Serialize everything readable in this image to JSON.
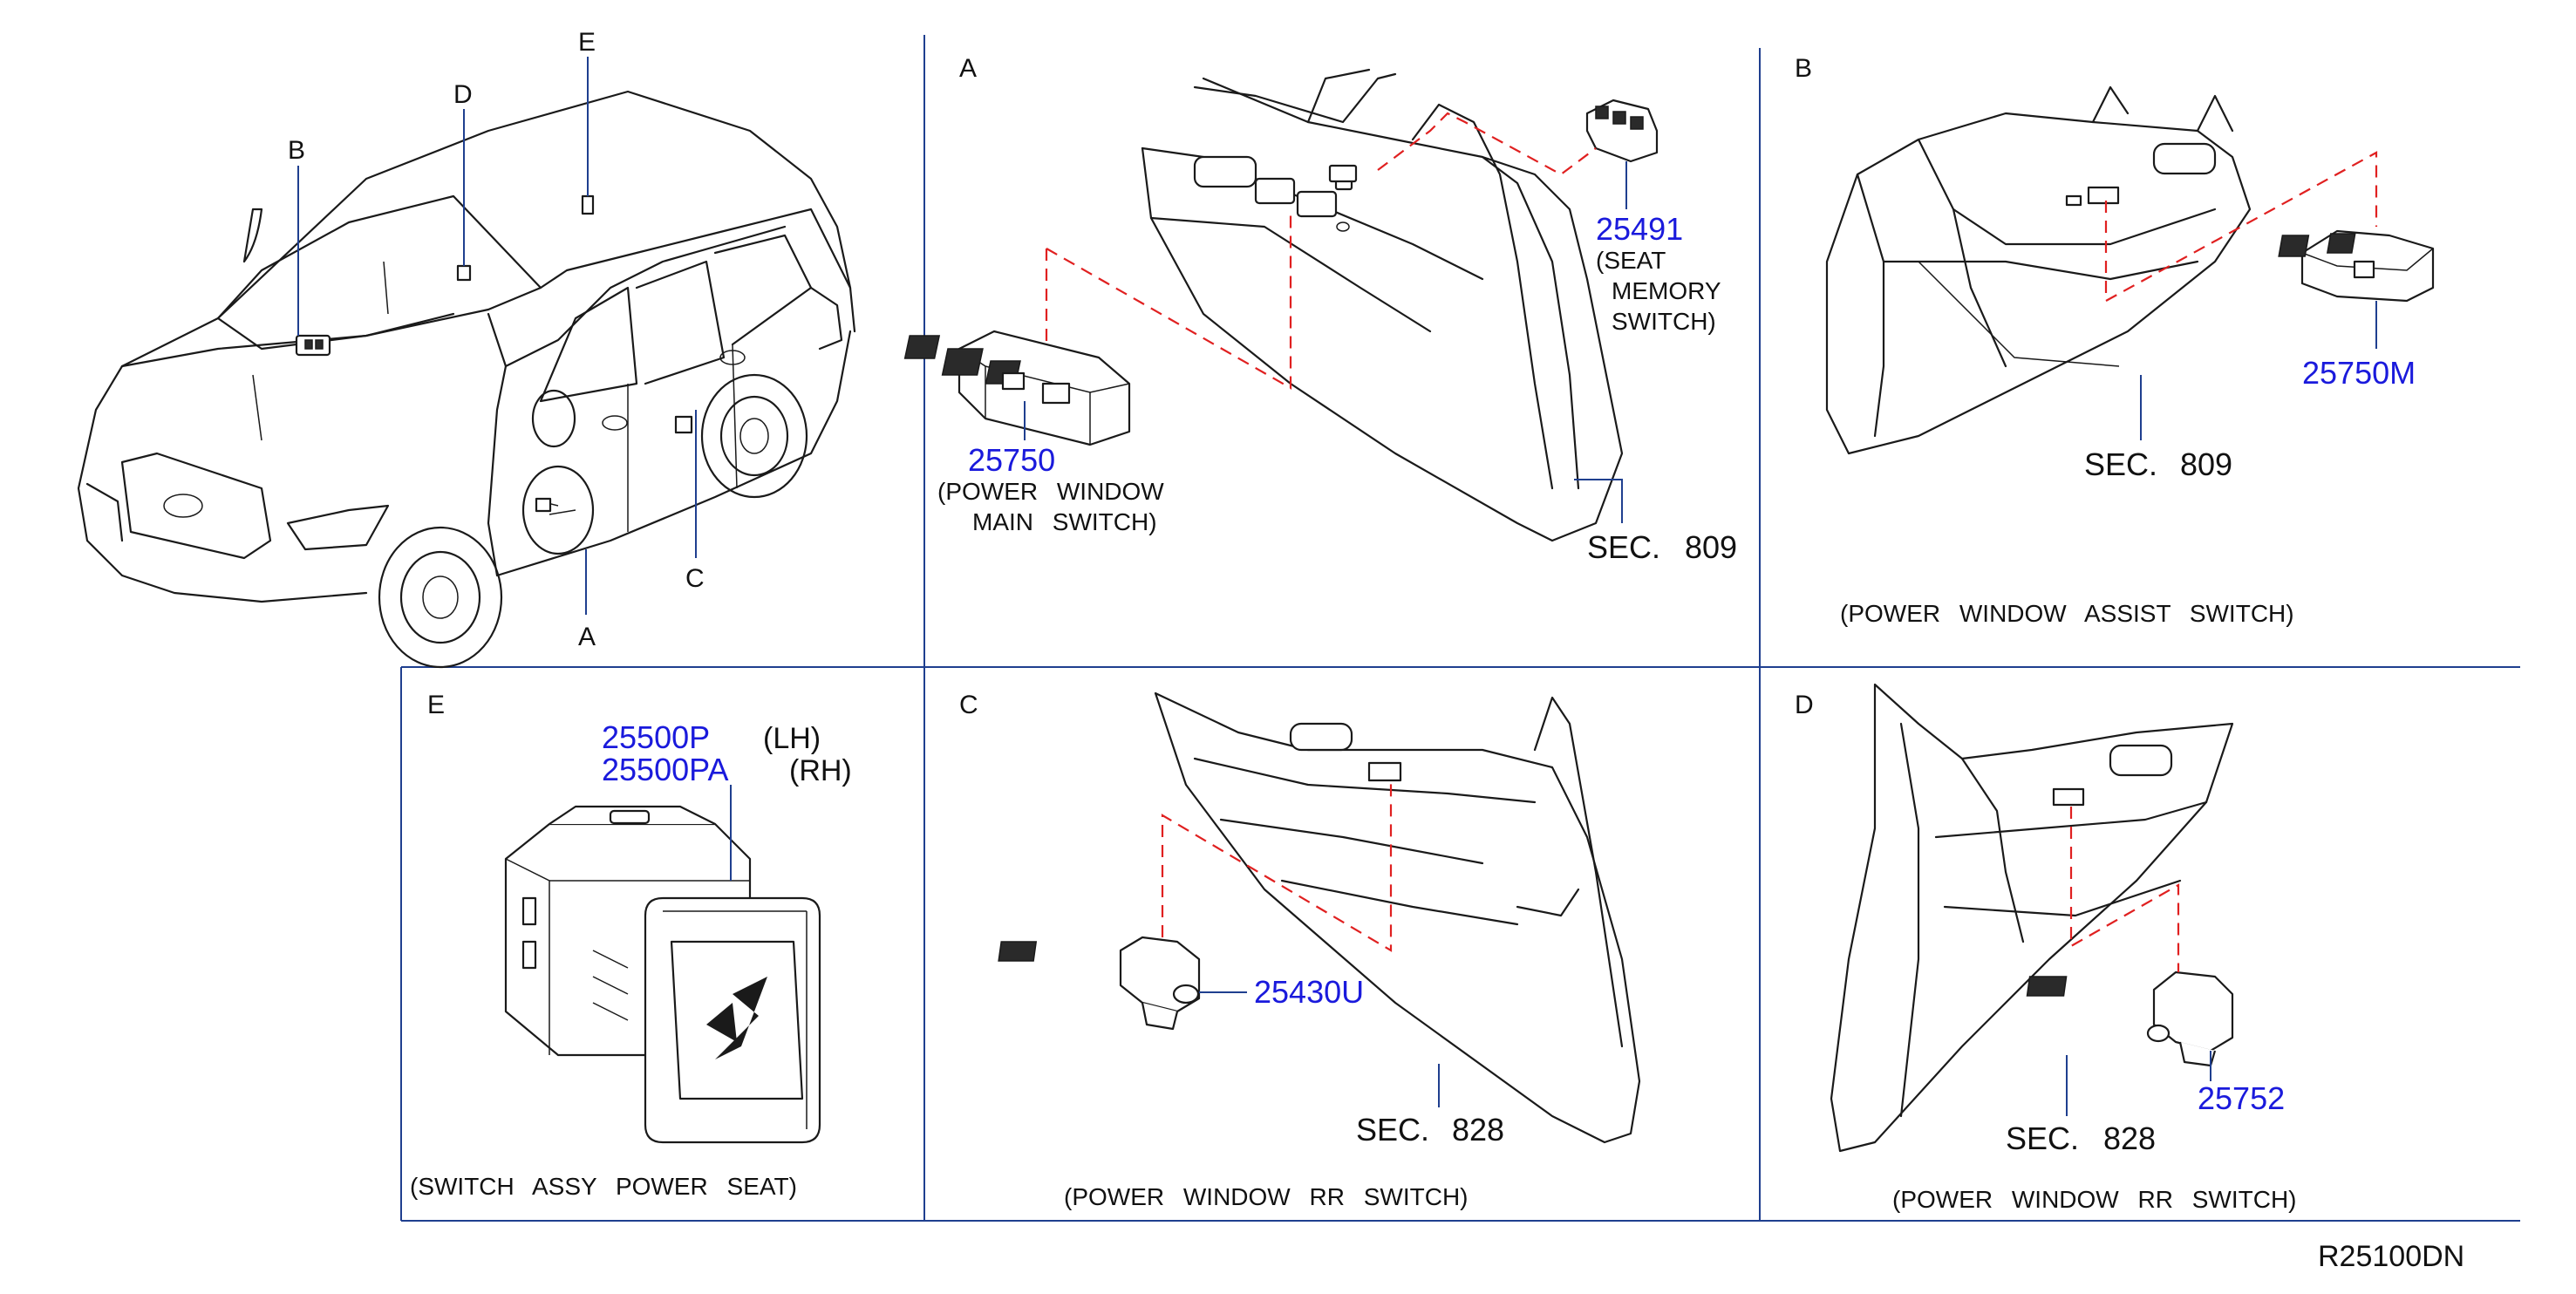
{
  "colors": {
    "part_number": "#1a1adc",
    "section_ref": "#8a2be2",
    "frame": "#1f3f8f",
    "dashed_line": "#e02020",
    "leader": "#1f3f8f"
  },
  "overview": {
    "callouts": {
      "a": "A",
      "b": "B",
      "c": "C",
      "d": "D",
      "e": "E"
    }
  },
  "panels": {
    "a": {
      "letter": "A",
      "main_switch": {
        "part_number": "25750",
        "caption_line1": "(POWER  WINDOW",
        "caption_line2": "MAIN  SWITCH)"
      },
      "memory_switch": {
        "part_number": "25491",
        "caption_line1": "(SEAT",
        "caption_line2": "MEMORY",
        "caption_line3": "SWITCH)"
      },
      "sec_label": "SEC.",
      "sec_number": "809"
    },
    "b": {
      "letter": "B",
      "part_number": "25750M",
      "sec_label": "SEC.",
      "sec_number": "809",
      "caption": "(POWER  WINDOW  ASSIST  SWITCH)"
    },
    "e": {
      "letter": "E",
      "part_number_lh": "25500P",
      "side_lh": "(LH)",
      "part_number_rh": "25500PA",
      "side_rh": "(RH)",
      "caption": "(SWITCH  ASSY  POWER  SEAT)"
    },
    "c": {
      "letter": "C",
      "part_number": "25430U",
      "sec_label": "SEC.",
      "sec_number": "828",
      "caption": "(POWER  WINDOW  RR  SWITCH)"
    },
    "d": {
      "letter": "D",
      "part_number": "25752",
      "sec_label": "SEC.",
      "sec_number": "828",
      "caption": "(POWER  WINDOW  RR  SWITCH)"
    }
  },
  "reference_code": "R25100DN"
}
